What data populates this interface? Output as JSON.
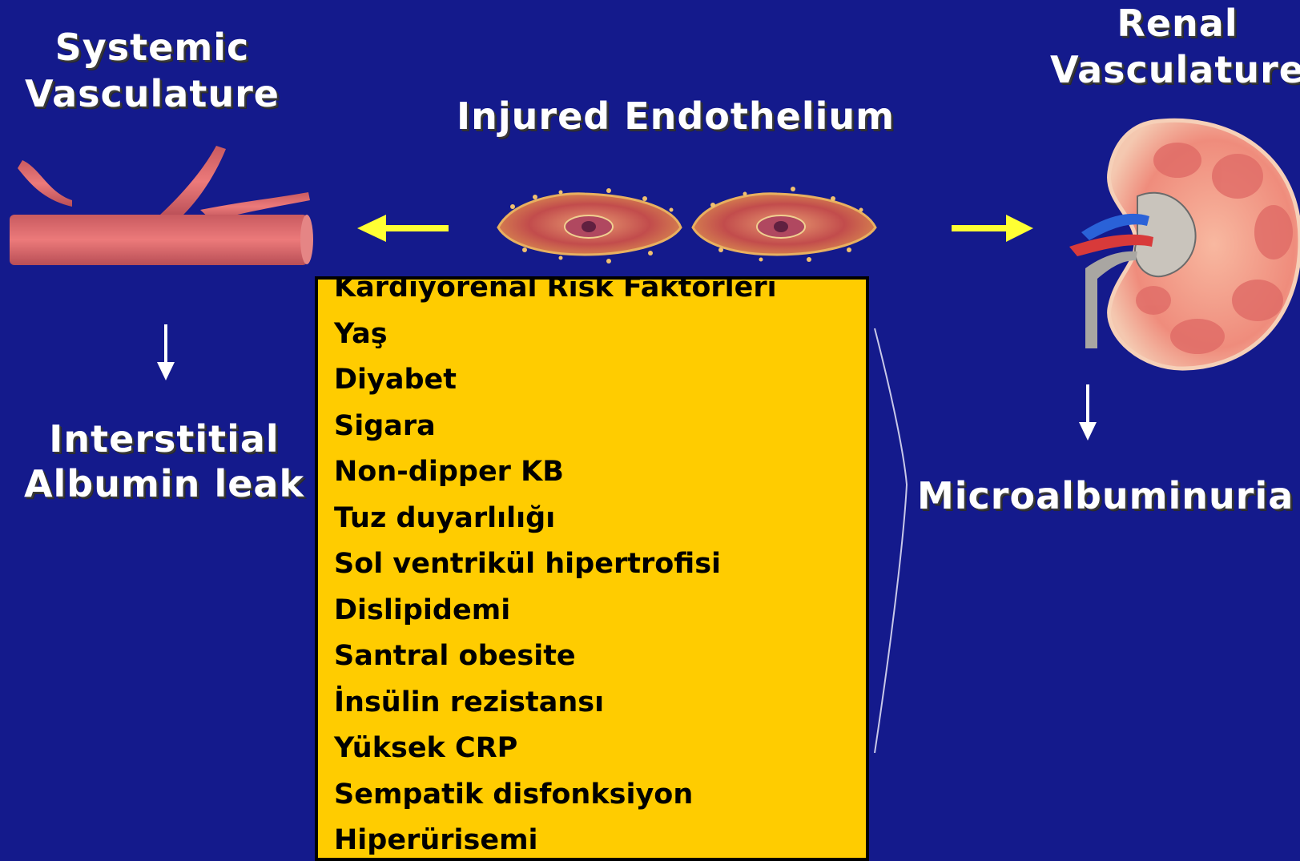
{
  "systemic_title": [
    "Systemic",
    "Vasculature"
  ],
  "renal_title": [
    "Renal",
    "Vasculature"
  ],
  "endothelium_title": "Injured Endothelium",
  "interstitial_label": [
    "Interstitial",
    "Albumin leak"
  ],
  "microalbuminuria_label": "Microalbuminuria",
  "risk_factors": [
    "Kardiyorenal Risk Faktörleri",
    "Yaş",
    "Diyabet",
    "Sigara",
    "Non-dipper KB",
    "Tuz duyarlılığı",
    "Sol ventrikül hipertrofisi",
    "Dislipidemi",
    "Santral obesite",
    "İnsülin rezistansı",
    "Yüksek CRP",
    "Sempatik disfonksiyon",
    "Hiperürisemi"
  ],
  "colors": {
    "background": "#141a8c",
    "box": "#ffcc00",
    "arrow_yellow": "#ffff33",
    "vessel": "#e07070"
  }
}
